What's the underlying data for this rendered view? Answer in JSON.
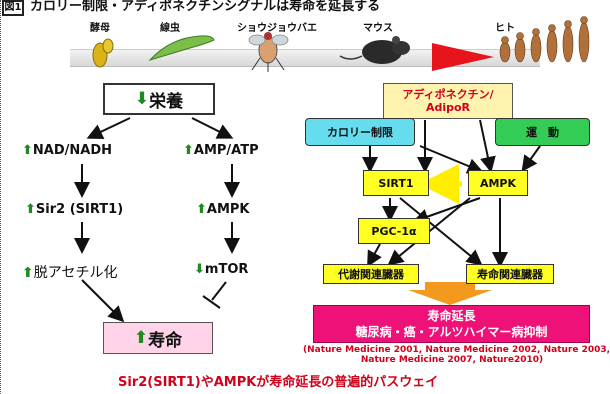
{
  "header": {
    "badge": "図1",
    "title": "カロリー制限・アディポネクチンシグナルは寿命を延長する"
  },
  "organisms": [
    {
      "label": "酵母",
      "icon": "yeast-icon"
    },
    {
      "label": "線虫",
      "icon": "worm-icon"
    },
    {
      "label": "ショウジョウバエ",
      "icon": "fly-icon"
    },
    {
      "label": "マウス",
      "icon": "mouse-icon"
    },
    {
      "label": "ヒト",
      "icon": "human-evolution-icon"
    }
  ],
  "left_pathway": {
    "nutrition": "栄養",
    "nad": "NAD/NADH",
    "amp_atp": "AMP/ATP",
    "sir2": "Sir2 (SIRT1)",
    "ampk": "AMPK",
    "deacetylation": "脱アセチル化",
    "mtor": "mTOR",
    "lifespan": "寿命",
    "up_arrow": "⬆",
    "down_arrow": "⬇"
  },
  "right_pathway": {
    "adiponectin_line1": "アディポネクチン/",
    "adiponectin_line2": "AdipoR",
    "calorie_restriction": "カロリー制限",
    "exercise": "運　動",
    "sirt1": "SIRT1",
    "ampk": "AMPK",
    "pgc": "PGC-1α",
    "metabolic_organs": "代謝関連臓器",
    "lifespan_organs": "寿命関連臓器",
    "outcome_line1": "寿命延長",
    "outcome_line2": "糖尿病・癌・アルツハイマー病抑制"
  },
  "citation": {
    "line1": "(Nature Medicine 2001, Nature Medicine 2002, Nature 2003,",
    "line2": "Nature Medicine 2007, Nature2010)"
  },
  "conclusion": "Sir2(SIRT1)やAMPKが寿命延長の普遍的パスウェイ",
  "colors": {
    "arrow_green": "#1f8a1f",
    "red_text": "#d0021b",
    "yellow_box": "#ffff22",
    "cyan_box": "#66ddee",
    "green_box": "#33cc55",
    "outcome_box": "#ee1177",
    "lifespan_box": "#ffd3e8",
    "adipo_box": "#fff3b0"
  }
}
